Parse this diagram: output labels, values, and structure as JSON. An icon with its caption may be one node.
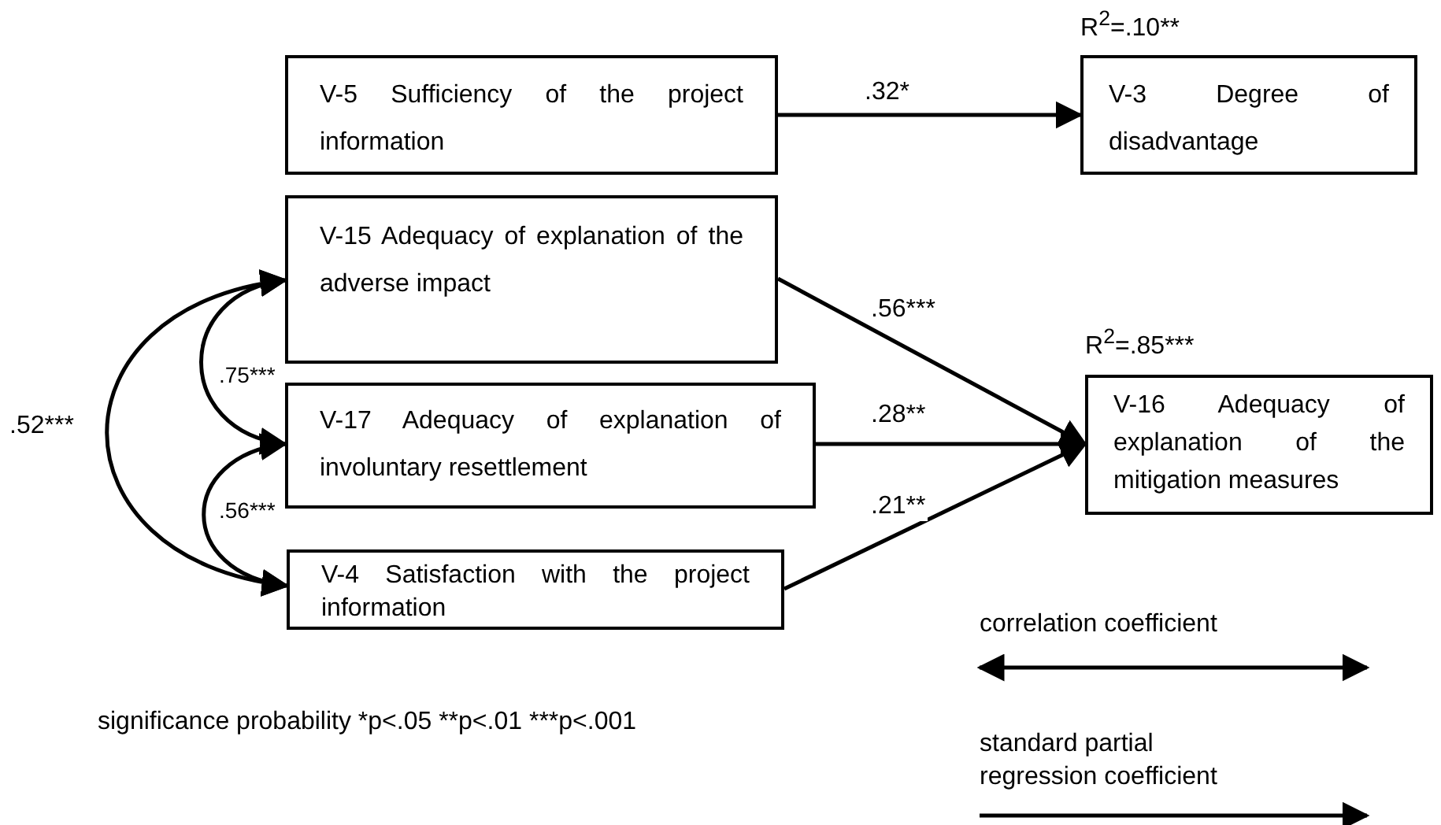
{
  "diagram": {
    "nodes": [
      {
        "text": [
          "V-5 Sufficiency of the project information"
        ]
      },
      {
        "text": [
          "V-3 Degree of disadvantage"
        ],
        "beside": [
          "R$^{2}$=.10**"
        ]
      },
      {
        "text": [
          "V-15 Adequacy of explanation of the adverse impact"
        ]
      },
      {
        "text": [
          "V-17 Adequacy of explanation of involuntary resettlement"
        ]
      },
      {
        "text": [
          "V-4 Satisfaction with the project information"
        ]
      },
      {
        "text": [
          "V-16 Adequacy of explanation of the mitigation measures"
        ],
        "beside": [
          "R$^{2}$=.85***"
        ]
      }
    ],
    "edges": [
      {
        "from": 0,
        "to": 1,
        "arrow": "to",
        "label": ".32*"
      },
      {
        "from": 2,
        "to": 5,
        "arrow": "to",
        "label": ".56***"
      },
      {
        "from": 3,
        "to": 5,
        "arrow": "to",
        "label": ".28**"
      },
      {
        "from": 4,
        "to": 5,
        "arrow": "to",
        "label": ".21**"
      },
      {
        "from": 2,
        "to": 3,
        "arrow": "both",
        "label": ".75***"
      },
      {
        "from": 3,
        "to": 4,
        "arrow": "both",
        "label": ".56***"
      },
      {
        "from": 2,
        "to": 4,
        "arrow": "both",
        "label": ".52***"
      }
    ],
    "labels": [
      "significance probability *p<.05 **p<.01 ***p<.001"
    ],
    "legend": [
      {
        "text": "correlation coefficient"
      },
      {
        "text": "standard partial regression coefficient"
      }
    ]
  }
}
